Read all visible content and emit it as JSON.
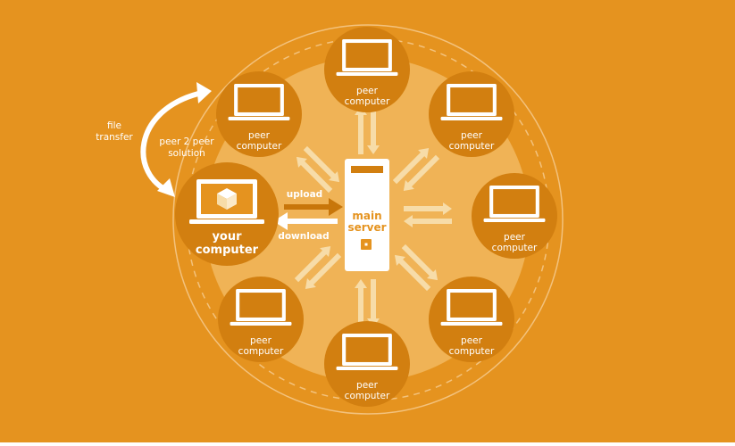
{
  "colors": {
    "background": "#e5931f",
    "inner_circle": "#f0b356",
    "node": "#d27f10",
    "arrow": "#f7dca8",
    "arrow_dark": "#c8760a",
    "white": "#ffffff"
  },
  "labels": {
    "file_transfer_line1": "file",
    "file_transfer_line2": "transfer",
    "p2p_line1": "peer 2 peer",
    "p2p_line2": "solution",
    "upload": "upload",
    "download": "download",
    "server_line1": "main",
    "server_line2": "server",
    "your_line1": "your",
    "your_line2": "computer",
    "peer_line1": "peer",
    "peer_line2": "computer"
  },
  "icons": {
    "laptop": "laptop-icon",
    "box": "box-icon",
    "server": "server-icon",
    "curved_arrow": "curved-arrow-icon"
  }
}
